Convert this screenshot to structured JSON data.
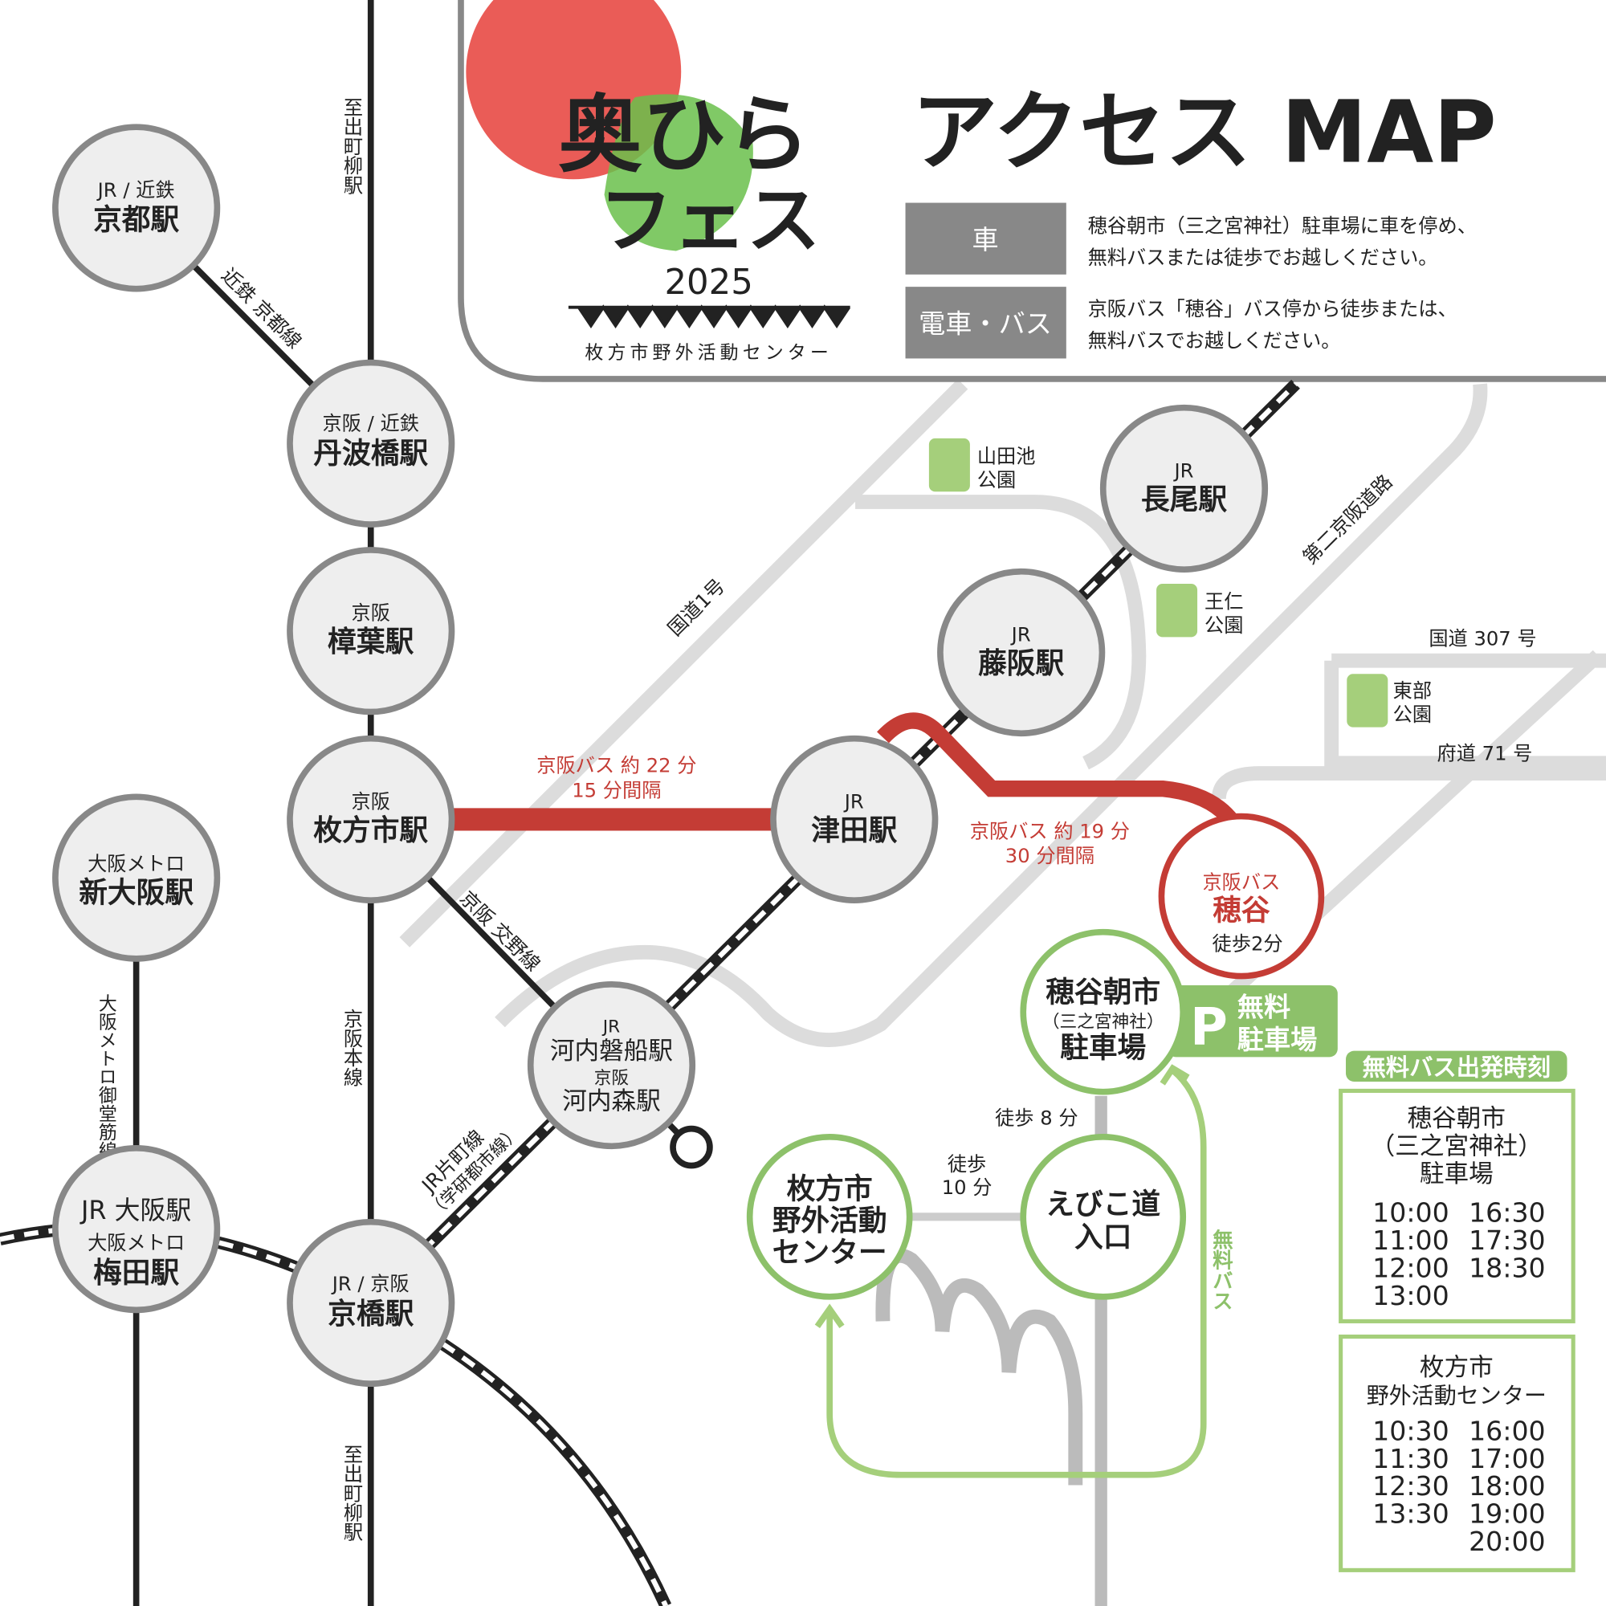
{
  "header": {
    "title_1": "奥ひら",
    "title_2": "フェス",
    "title_main": "アクセス MAP",
    "year": "2025",
    "venue": "枚方市野外活動センター"
  },
  "access": [
    {
      "label": "車",
      "line1": "穂谷朝市（三之宮神社）駐車場に車を停め、",
      "line2": "無料バスまたは徒歩でお越しください。"
    },
    {
      "label": "電車・バス",
      "line1": "京阪バス「穂谷」バス停から徒歩または、",
      "line2": "無料バスでお越しください。"
    }
  ],
  "stations": {
    "kyoto": {
      "top": "JR / 近鉄",
      "name": "京都駅"
    },
    "tambabashi": {
      "top": "京阪 / 近鉄",
      "name": "丹波橋駅"
    },
    "kuzuha": {
      "top": "京阪",
      "name": "樟葉駅"
    },
    "hirakatashi": {
      "top": "京阪",
      "name": "枚方市駅"
    },
    "shinosaka": {
      "top": "大阪メトロ",
      "name": "新大阪駅"
    },
    "osaka": {
      "top": "JR 大阪駅",
      "mid": "大阪メトロ",
      "name": "梅田駅"
    },
    "kyobashi": {
      "top": "JR / 京阪",
      "name": "京橋駅"
    },
    "kawachi": {
      "top": "JR",
      "name": "河内磐船駅",
      "top2": "京阪",
      "name2": "河内森駅"
    },
    "tsuda": {
      "top": "JR",
      "name": "津田駅"
    },
    "fujisaka": {
      "top": "JR",
      "name": "藤阪駅"
    },
    "nagao": {
      "top": "JR",
      "name": "長尾駅"
    }
  },
  "bus_stop": {
    "top": "京阪バス",
    "name": "穂谷",
    "walk": "徒歩2分"
  },
  "spots": {
    "parking": {
      "l1": "穂谷朝市",
      "l2": "（三之宮神社）",
      "l3": "駐車場"
    },
    "ebiko": {
      "l1": "えびこ道",
      "l2": "入口"
    },
    "center": {
      "l1": "枚方市",
      "l2": "野外活動",
      "l3": "センター"
    },
    "free_parking": {
      "icon": "P",
      "l1": "無料",
      "l2": "駐車場"
    }
  },
  "lines": {
    "kintetsu": "近鉄 京都線",
    "keihan_main": "京阪本線",
    "to_demachi": "至出町柳駅",
    "to_demachi2": "至出町柳駅",
    "katano": "京阪 交野線",
    "katamachi": "JR片町線",
    "gakken": "（学研都市線）",
    "midosuji": "大阪メトロ御堂筋線"
  },
  "roads": {
    "r1": "国道1号",
    "r307": "国道 307 号",
    "pref71": "府道 71 号",
    "daini": "第二京阪道路"
  },
  "parks": {
    "yamadaike": [
      "山田池",
      "公園"
    ],
    "ojin": [
      "王仁",
      "公園"
    ],
    "tobu": [
      "東部",
      "公園"
    ]
  },
  "bus": {
    "b1_l1": "京阪バス 約 22 分",
    "b1_l2": "15 分間隔",
    "b2_l1": "京阪バス 約 19 分",
    "b2_l2": "30 分間隔",
    "walk8": "徒歩 8 分",
    "walk10_l1": "徒歩",
    "walk10_l2": "10 分",
    "free_bus": "無料バス"
  },
  "timetable": {
    "title": "無料バス出発時刻",
    "from_parking": {
      "h1": "穂谷朝市",
      "h2": "（三之宮神社）",
      "h3": "駐車場",
      "times": [
        "10:00",
        "11:00",
        "12:00",
        "13:00",
        "16:30",
        "17:30",
        "18:30"
      ]
    },
    "from_center": {
      "h1": "枚方市",
      "h2": "野外活動センター",
      "times": [
        "10:30",
        "11:30",
        "12:30",
        "13:30",
        "16:00",
        "17:00",
        "18:00",
        "19:00",
        "20:00"
      ]
    }
  },
  "colors": {
    "red": "#c43c35",
    "green": "#8dc16a",
    "gray": "#888888"
  }
}
